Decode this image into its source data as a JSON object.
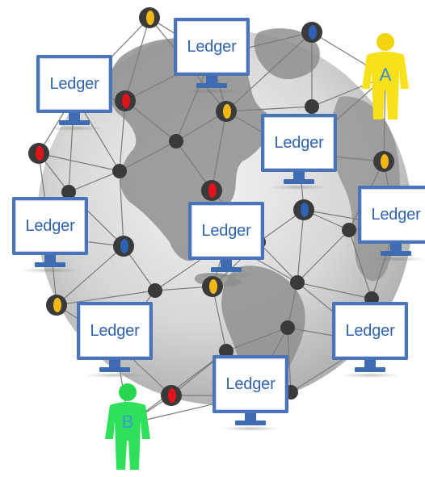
{
  "ledgers": [
    {
      "label": "Ledger"
    },
    {
      "label": "Ledger"
    },
    {
      "label": "Ledger"
    },
    {
      "label": "Ledger"
    },
    {
      "label": "Ledger"
    },
    {
      "label": "Ledger"
    },
    {
      "label": "Ledger"
    },
    {
      "label": "Ledger"
    },
    {
      "label": "Ledger"
    }
  ],
  "people": {
    "a": {
      "label": "A",
      "color": "#f7e21a"
    },
    "b": {
      "label": "B",
      "color": "#2fe05a"
    }
  },
  "colors": {
    "monitor_border": "#4a74b8",
    "text": "#2f63b0",
    "globe": "#c8c8c8",
    "land": "#8f8f8f",
    "node_red": "#e0141a",
    "node_yellow": "#f2b816",
    "node_blue": "#2e62b5",
    "node_dark": "#3a3a3a",
    "link": "#7a7a7a"
  }
}
